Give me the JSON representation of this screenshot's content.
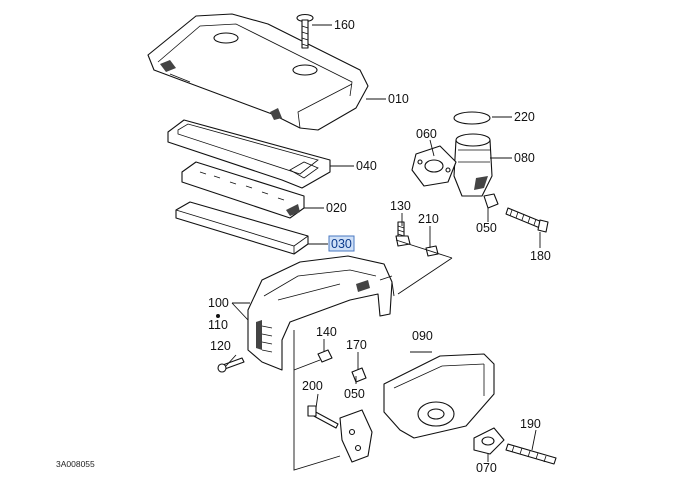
{
  "diagram": {
    "drawing_id": "3A008055",
    "callouts": [
      {
        "id": "160",
        "text": "160"
      },
      {
        "id": "010",
        "text": "010"
      },
      {
        "id": "220",
        "text": "220"
      },
      {
        "id": "060",
        "text": "060"
      },
      {
        "id": "080",
        "text": "080"
      },
      {
        "id": "040",
        "text": "040"
      },
      {
        "id": "020",
        "text": "020"
      },
      {
        "id": "130",
        "text": "130"
      },
      {
        "id": "210",
        "text": "210"
      },
      {
        "id": "050a",
        "text": "050"
      },
      {
        "id": "030",
        "text": "030",
        "highlighted": true
      },
      {
        "id": "180",
        "text": "180"
      },
      {
        "id": "100",
        "text": "100"
      },
      {
        "id": "110",
        "text": "110"
      },
      {
        "id": "140",
        "text": "140"
      },
      {
        "id": "090",
        "text": "090"
      },
      {
        "id": "120",
        "text": "120"
      },
      {
        "id": "170",
        "text": "170"
      },
      {
        "id": "200",
        "text": "200"
      },
      {
        "id": "050b",
        "text": "050"
      },
      {
        "id": "190",
        "text": "190"
      },
      {
        "id": "070",
        "text": "070"
      }
    ],
    "highlight_color": "#cfe0f7"
  }
}
